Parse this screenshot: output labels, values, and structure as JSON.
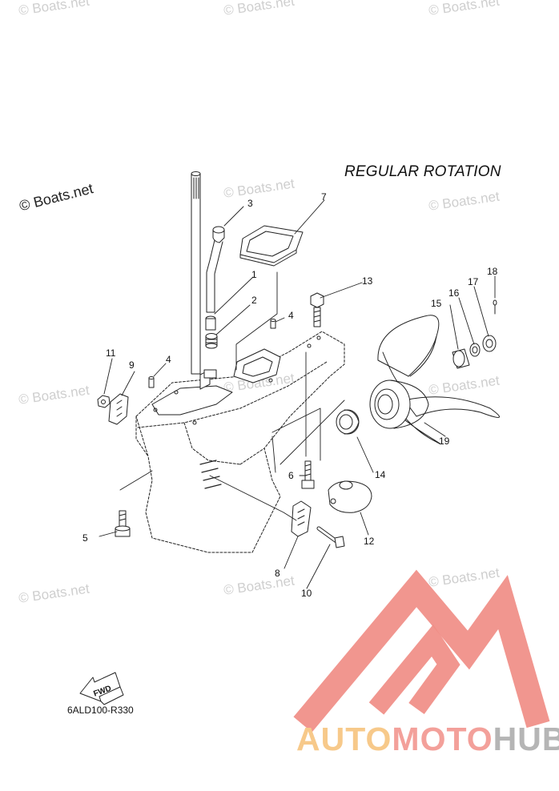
{
  "title": "REGULAR ROTATION",
  "diagram_code": "6ALD100-R330",
  "fwd_label": "FWD",
  "watermark": "© Boats.net",
  "brand": {
    "part1": "AUTO",
    "part2": "MOTO",
    "part3": "HUB"
  },
  "colors": {
    "logo_red": "#f08d86",
    "logo_orange": "#f7c98a",
    "logo_gray": "#b5b5b5",
    "line": "#222222"
  },
  "callouts": [
    {
      "id": "1",
      "label": "1"
    },
    {
      "id": "2",
      "label": "2"
    },
    {
      "id": "3",
      "label": "3"
    },
    {
      "id": "4a",
      "label": "4"
    },
    {
      "id": "4b",
      "label": "4"
    },
    {
      "id": "5",
      "label": "5"
    },
    {
      "id": "6",
      "label": "6"
    },
    {
      "id": "7",
      "label": "7"
    },
    {
      "id": "8",
      "label": "8"
    },
    {
      "id": "9",
      "label": "9"
    },
    {
      "id": "10",
      "label": "10"
    },
    {
      "id": "11",
      "label": "11"
    },
    {
      "id": "12",
      "label": "12"
    },
    {
      "id": "13",
      "label": "13"
    },
    {
      "id": "14",
      "label": "14"
    },
    {
      "id": "15",
      "label": "15"
    },
    {
      "id": "16",
      "label": "16"
    },
    {
      "id": "17",
      "label": "17"
    },
    {
      "id": "18",
      "label": "18"
    },
    {
      "id": "19",
      "label": "19"
    }
  ]
}
